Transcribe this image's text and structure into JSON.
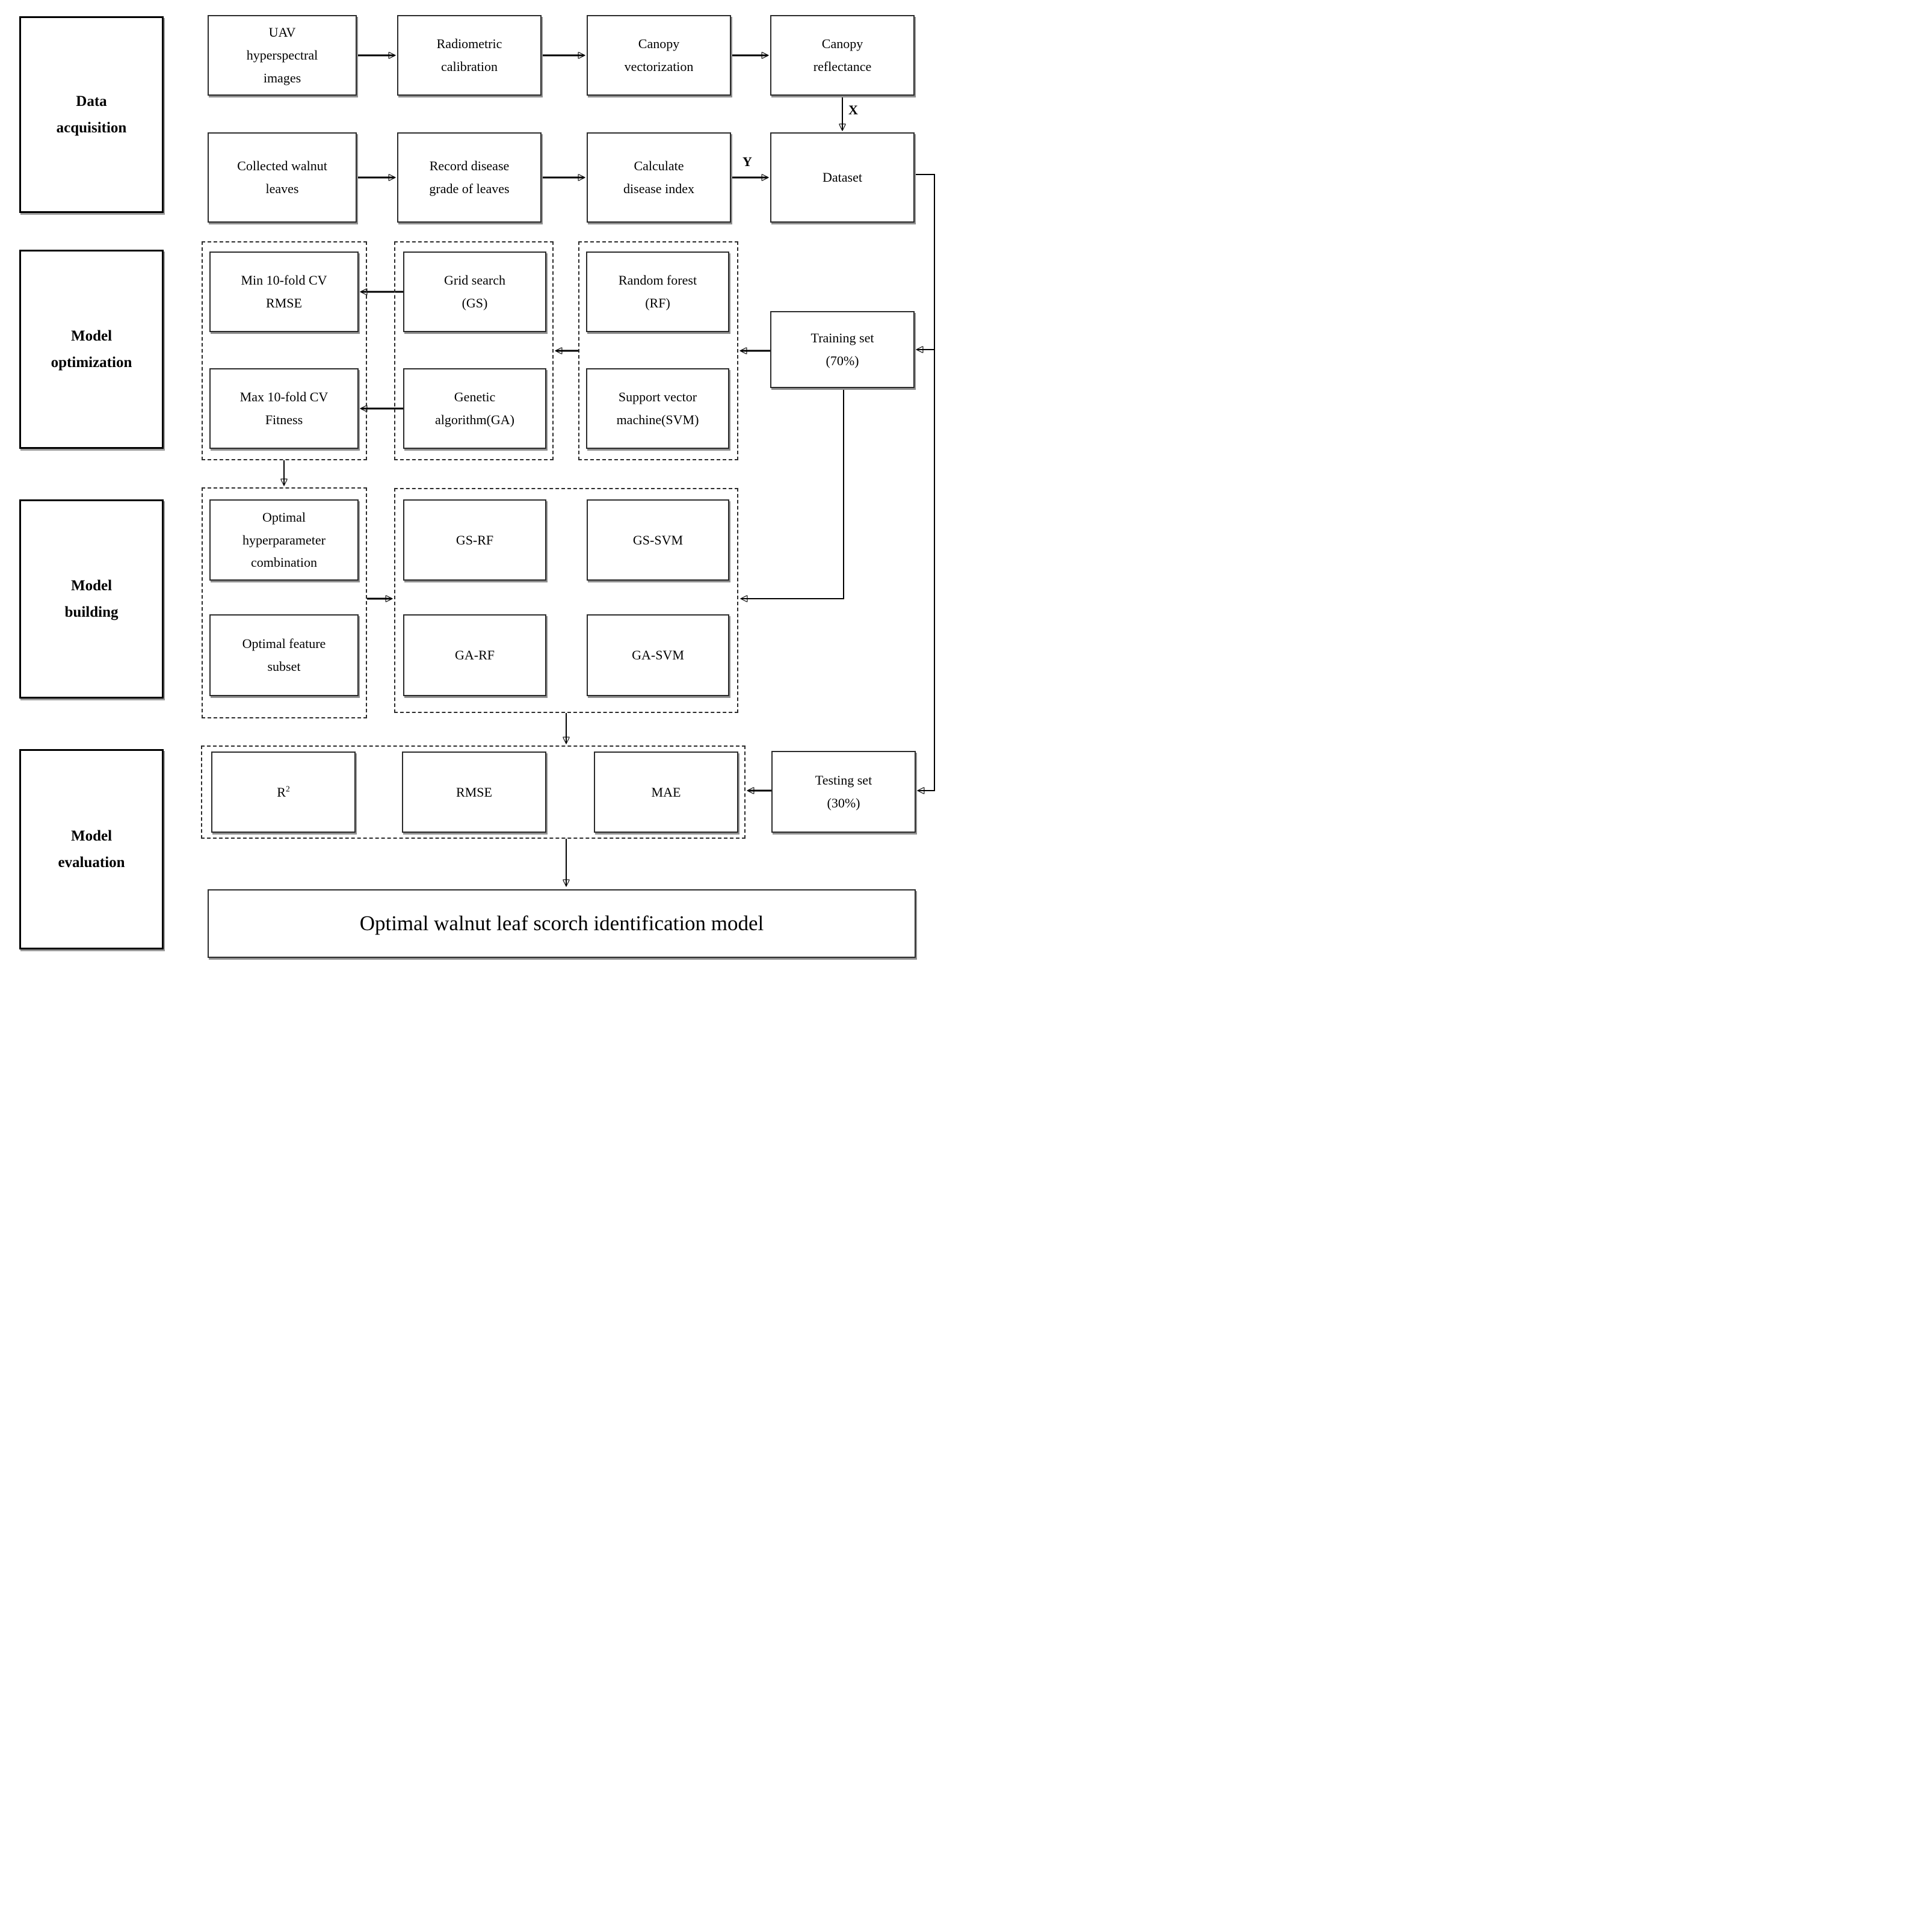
{
  "stages": {
    "acquisition": "Data\nacquisition",
    "optimization": "Model\noptimization",
    "building": "Model\nbuilding",
    "evaluation": "Model\nevaluation"
  },
  "acquisition": {
    "uav": "UAV\nhyperspectral\nimages",
    "radiometric": "Radiometric\ncalibration",
    "vectorization": "Canopy\nvectorization",
    "reflectance": "Canopy\nreflectance",
    "collected": "Collected walnut\nleaves",
    "record": "Record disease\ngrade of leaves",
    "calculate": "Calculate\ndisease index",
    "dataset": "Dataset",
    "x_label": "X",
    "y_label": "Y"
  },
  "optimization": {
    "min_cv": "Min 10-fold CV\nRMSE",
    "max_cv": "Max 10-fold CV\nFitness",
    "grid_search": "Grid search\n(GS)",
    "genetic": "Genetic\nalgorithm(GA)",
    "random_forest": "Random forest\n(RF)",
    "svm": "Support vector\nmachine(SVM)",
    "training_set": "Training set\n(70%)"
  },
  "building": {
    "hyperparameter": "Optimal\nhyperparameter\ncombination",
    "feature_subset": "Optimal feature\nsubset",
    "gs_rf": "GS-RF",
    "gs_svm": "GS-SVM",
    "ga_rf": "GA-RF",
    "ga_svm": "GA-SVM"
  },
  "evaluation": {
    "r2_base": "R",
    "r2_sup": "2",
    "rmse": "RMSE",
    "mae": "MAE",
    "testing_set": "Testing set\n(30%)",
    "final_model": "Optimal walnut leaf scorch identification model"
  },
  "colors": {
    "ink": "#000000",
    "box_border": "#2b2b2b",
    "shadow": "#909090",
    "background": "#ffffff"
  }
}
